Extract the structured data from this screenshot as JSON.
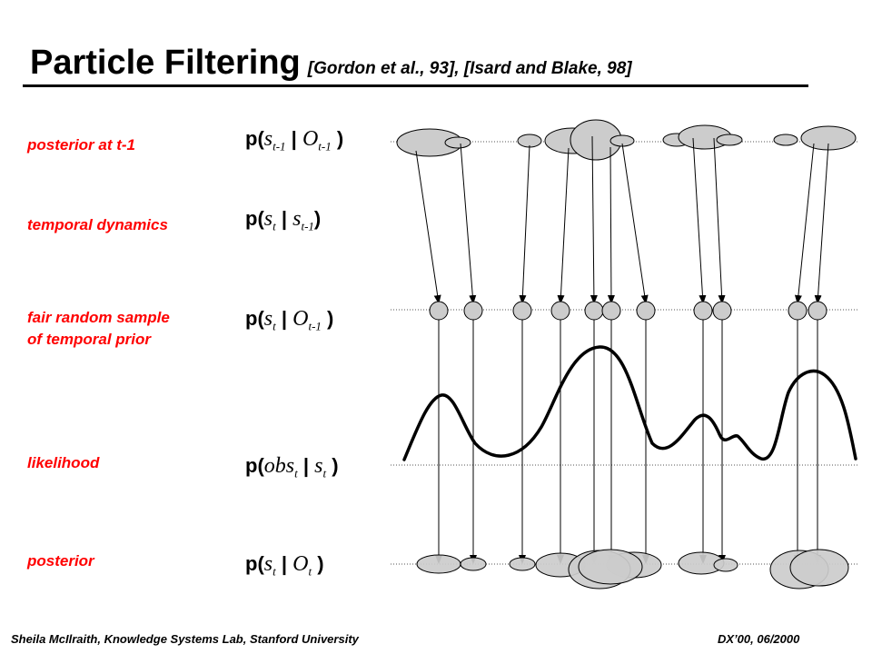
{
  "title": {
    "main": "Particle Filtering",
    "citation": "[Gordon et al., 93], [Isard and Blake, 98]"
  },
  "rows": [
    {
      "label": "posterior at t-1",
      "formula": {
        "pre": "p(",
        "a": "s",
        "a_sub": "t-1",
        "bar": " | ",
        "b": "O",
        "b_sub": "t-1",
        "post": " )"
      }
    },
    {
      "label": "temporal dynamics",
      "formula": {
        "pre": "p(",
        "a": "s",
        "a_sub": "t",
        "bar": " | ",
        "b": "s",
        "b_sub": "t-1",
        "post": ")"
      }
    },
    {
      "label_line1": "fair random sample",
      "label_line2": "of temporal prior",
      "formula": {
        "pre": "p(",
        "a": "s",
        "a_sub": "t",
        "bar": " | ",
        "b": "O",
        "b_sub": "t-1",
        "post": " )"
      }
    },
    {
      "label": "likelihood",
      "formula": {
        "pre": "p(",
        "a": "obs",
        "a_sub": "t",
        "bar": " | ",
        "b": "s",
        "b_sub": "t",
        "post": " )"
      }
    },
    {
      "label": "posterior",
      "formula": {
        "pre": "p(",
        "a": "s",
        "a_sub": "t",
        "bar": " | ",
        "b": "O",
        "b_sub": "t",
        "post": " )"
      }
    }
  ],
  "footer": {
    "left": "Sheila McIlraith, Knowledge Systems Lab, Stanford University",
    "right": "DX’00, 06/2000"
  },
  "colors": {
    "label_red": "#ff0000",
    "particle_fill": "#cccccc",
    "line": "#000000"
  }
}
